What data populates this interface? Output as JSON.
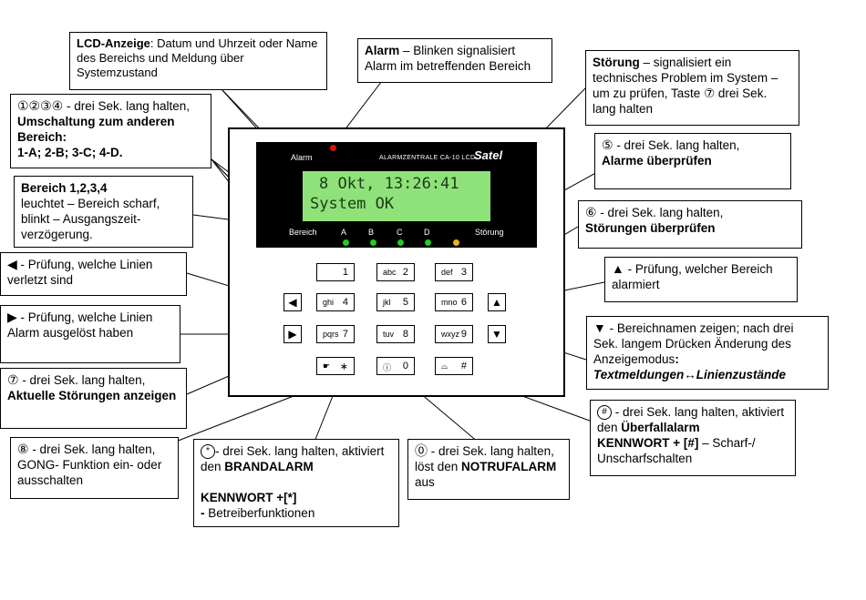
{
  "callouts": {
    "lcd": {
      "title": "LCD-Anzeige",
      "sep": ":",
      "text": " Datum und Uhrzeit oder Name des Bereichs und Meldung über Systemzustand"
    },
    "alarm": {
      "title": "Alarm",
      "text": " – Blinken signalisiert Alarm im betreffenden Bereich"
    },
    "stoerung": {
      "title": "Störung",
      "text": " – signalisiert ein technisches Problem im System – um zu prüfen, Taste ⑦ drei Sek. lang halten"
    },
    "bereich_switch": {
      "symbols": "①②③④",
      "text1": " - drei Sek. lang halten, ",
      "bold1": "Umschaltung zum anderen Bereich:",
      "bold2": "1-A;  2-B;  3-C;  4-D."
    },
    "bereich_leds": {
      "bold": "Bereich 1,2,3,4",
      "text": "leuchtet – Bereich scharf, blinkt – Ausgangszeit-verzögerung."
    },
    "key5": {
      "symbol": "⑤",
      "text": " - drei Sek. lang halten, ",
      "bold": "Alarme überprüfen"
    },
    "key6": {
      "symbol": "⑥",
      "text": " - drei Sek. lang halten, ",
      "bold": "Störungen überprüfen"
    },
    "left_arrow": {
      "symbol": "◀",
      "text": " - Prüfung, welche Linien  verletzt sind"
    },
    "up_arrow": {
      "symbol": "▲",
      "text": " - Prüfung, welcher Bereich alarmiert"
    },
    "right_arrow": {
      "symbol": "▶",
      "text": " - Prüfung, welche Linien Alarm ausgelöst haben"
    },
    "down_arrow": {
      "symbol": "▼",
      "text": " - Bereichnamen zeigen; nach drei Sek. langem Drücken Änderung des Anzeigemodus",
      "bold_colon": ":",
      "italic": "Textmeldungen↔Linienzustände"
    },
    "key7": {
      "symbol": "⑦",
      "text": " - drei Sek. lang halten, ",
      "bold": "Aktuelle Störungen anzeigen"
    },
    "key8": {
      "symbol": "⑧",
      "text": " - drei Sek. lang halten, GONG- Funktion ein- oder ausschalten"
    },
    "star": {
      "symbol": "*",
      "text": "- drei Sek. lang  halten, aktiviert den ",
      "bold": "BRANDALARM",
      "bold2": "KENNWORT +[*]",
      "text2_prefix": "-",
      "text2": " Betreiberfunktionen"
    },
    "zero": {
      "symbol": "⓪",
      "text": " - drei Sek. lang halten, löst den ",
      "bold": "NOTRUFALARM",
      "text_end": " aus"
    },
    "hash": {
      "symbol": "#",
      "text": "  - drei Sek. lang halten, aktiviert den ",
      "bold": "Überfallalarm",
      "bold2": "KENNWORT + [#]",
      "text2": " – Scharf-/ Unscharfschalten"
    }
  },
  "device": {
    "brand_line": "ALARMZENTRALE CA-10 LCD",
    "brand_logo": "Satel",
    "lcd_line1": "8 Okt, 13:26:41",
    "lcd_line2": "System OK",
    "label_alarm": "Alarm",
    "label_bereich": "Bereich",
    "label_stoerung": "Störung",
    "zones": [
      "A",
      "B",
      "C",
      "D"
    ],
    "colors": {
      "alarm_led": "#e01010",
      "zone_led": "#22cc22",
      "stoerung_led": "#f0b020",
      "lcd_bg": "#8fe27a"
    }
  },
  "keys": [
    {
      "letters": "",
      "num": "1"
    },
    {
      "letters": "abc",
      "num": "2"
    },
    {
      "letters": "def",
      "num": "3"
    },
    {
      "letters": "ghi",
      "num": "4"
    },
    {
      "letters": "jkl",
      "num": "5"
    },
    {
      "letters": "mno",
      "num": "6"
    },
    {
      "letters": "pqrs",
      "num": "7"
    },
    {
      "letters": "tuv",
      "num": "8"
    },
    {
      "letters": "wxyz",
      "num": "9"
    },
    {
      "letters": "☛",
      "num": "∗"
    },
    {
      "letters": "ⓘ",
      "num": "0"
    },
    {
      "letters": "⌓",
      "num": "#"
    }
  ],
  "arrow_keys": {
    "left": "◀",
    "right": "▶",
    "up": "▲",
    "down": "▼"
  }
}
